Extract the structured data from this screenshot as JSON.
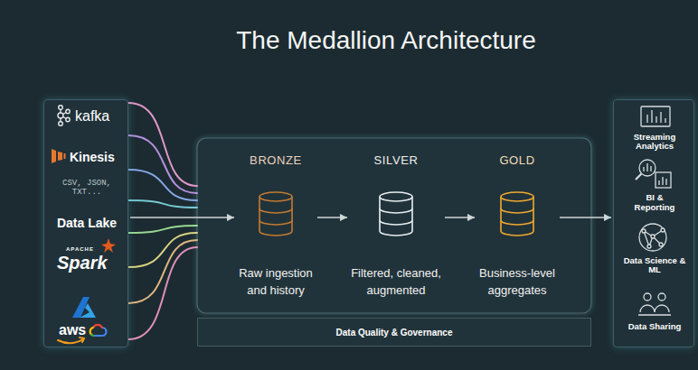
{
  "diagram": {
    "title": "The Medallion Architecture",
    "nodes": [
      {
        "text": [
          "kafka",
          "Kinesis",
          "CSV, JSON, TXT...",
          "Data Lake",
          "APACHE",
          "Spark",
          "aws"
        ]
      },
      {
        "text": [
          "BRONZE",
          "Raw ingestion and history"
        ]
      },
      {
        "text": [
          "SILVER",
          "Filtered, cleaned, augmented"
        ]
      },
      {
        "text": [
          "GOLD",
          "Business-level aggregates"
        ]
      },
      {
        "text": [
          "Streaming Analytics",
          "BI & Reporting",
          "Data Science & ML",
          "Data Sharing"
        ]
      },
      {
        "text": [
          "Data Quality & Governance"
        ]
      }
    ],
    "edges": [
      {
        "from": 0,
        "to": 1,
        "arrow": "to"
      },
      {
        "from": 1,
        "to": 2,
        "arrow": "to"
      },
      {
        "from": 2,
        "to": 3,
        "arrow": "to"
      },
      {
        "from": 3,
        "to": 4,
        "arrow": "to"
      }
    ]
  }
}
